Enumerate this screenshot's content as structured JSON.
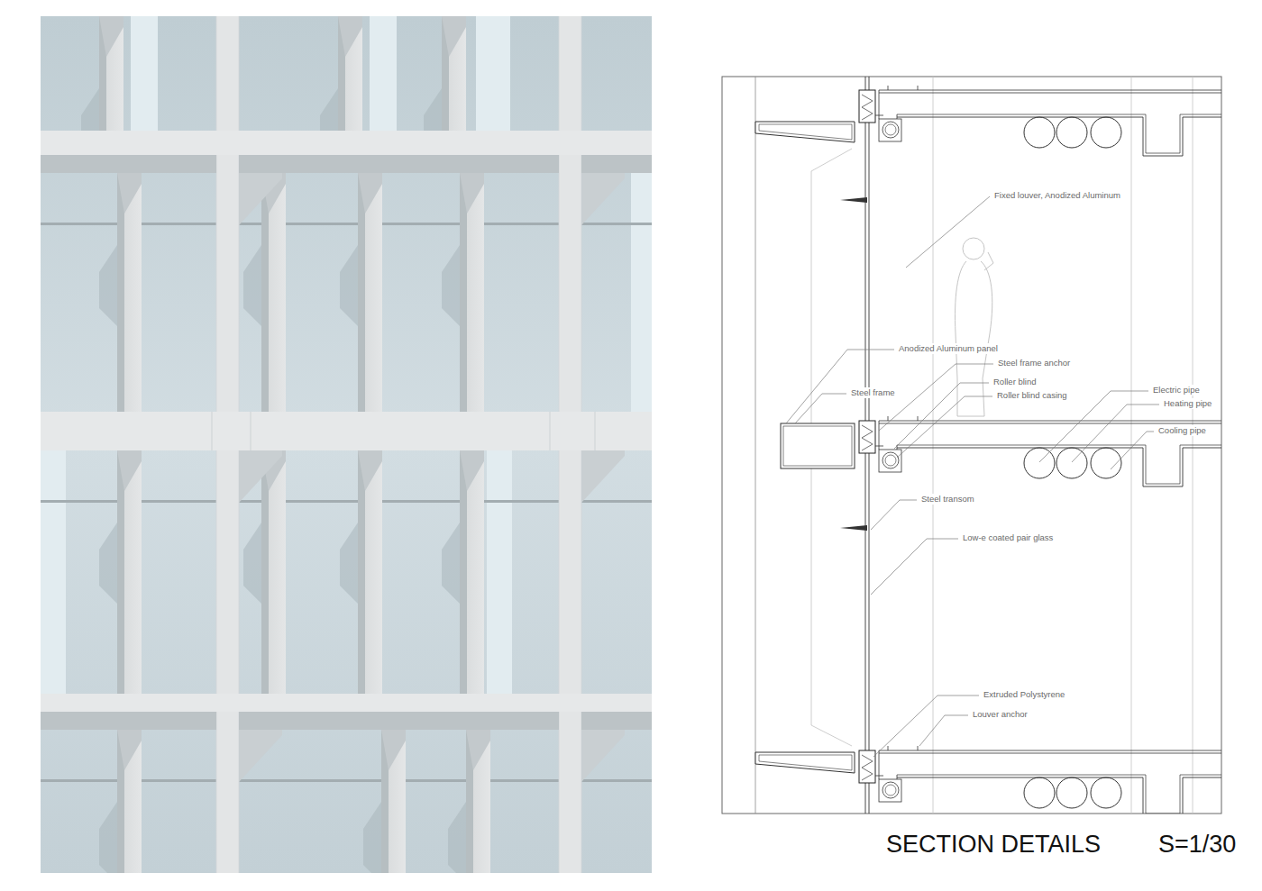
{
  "diagram": {
    "title": "SECTION DETAILS",
    "labels": [
      "Fixed louver, Anodized Aluminum",
      "Anodized Aluminum panel",
      "Steel frame anchor",
      "Roller blind",
      "Steel frame",
      "Roller blind casing",
      "Electric pipe",
      "Heating pipe",
      "Cooling pipe",
      "Steel transom",
      "Low-e coated pair glass",
      "Extruded Polystyrene",
      "Louver anchor",
      "S=1/30"
    ]
  }
}
